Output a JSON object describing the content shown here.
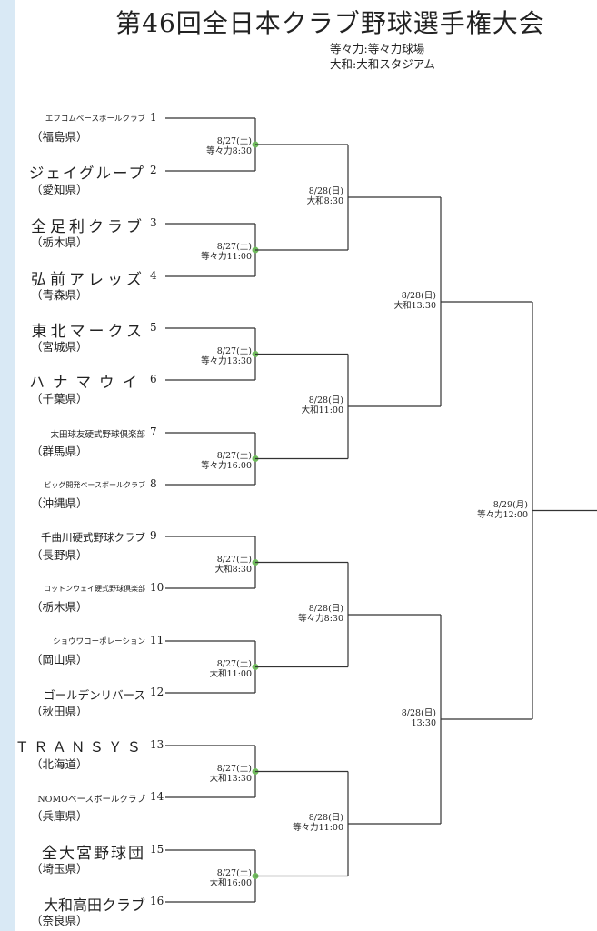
{
  "title": "第46回全日本クラブ野球選手権大会",
  "venues": [
    "等々力:等々力球場",
    "大和:大和スタジアム"
  ],
  "teams": [
    {
      "seed": "1",
      "name": "エフコムベースボールクラブ",
      "pref": "（福島県）"
    },
    {
      "seed": "2",
      "name": "ジェイグループ",
      "pref": "（愛知県）"
    },
    {
      "seed": "3",
      "name": "全足利クラブ",
      "pref": "（栃木県）"
    },
    {
      "seed": "4",
      "name": "弘前アレッズ",
      "pref": "（青森県）"
    },
    {
      "seed": "5",
      "name": "東北マークス",
      "pref": "（宮城県）"
    },
    {
      "seed": "6",
      "name": "ハナマウイ",
      "pref": "（千葉県）"
    },
    {
      "seed": "7",
      "name": "太田球友硬式野球倶楽部",
      "pref": "（群馬県）"
    },
    {
      "seed": "8",
      "name": "ビッグ開発ベースボールクラブ",
      "pref": "（沖縄県）"
    },
    {
      "seed": "9",
      "name": "千曲川硬式野球クラブ",
      "pref": "（長野県）"
    },
    {
      "seed": "10",
      "name": "コットンウェイ硬式野球倶楽部",
      "pref": "（栃木県）"
    },
    {
      "seed": "11",
      "name": "ショウワコーポレーション",
      "pref": "（岡山県）"
    },
    {
      "seed": "12",
      "name": "ゴールデンリバース",
      "pref": "（秋田県）"
    },
    {
      "seed": "13",
      "name": "ＴＲＡＮＳＹＳ",
      "pref": "（北海道）"
    },
    {
      "seed": "14",
      "name": "NOMOベースボールクラブ",
      "pref": "（兵庫県）"
    },
    {
      "seed": "15",
      "name": "全大宮野球団",
      "pref": "（埼玉県）"
    },
    {
      "seed": "16",
      "name": "大和高田クラブ",
      "pref": "（奈良県）"
    }
  ],
  "round1": [
    {
      "date": "8/27(土)",
      "place": "等々力8:30"
    },
    {
      "date": "8/27(土)",
      "place": "等々力11:00"
    },
    {
      "date": "8/27(土)",
      "place": "等々力13:30"
    },
    {
      "date": "8/27(土)",
      "place": "等々力16:00"
    },
    {
      "date": "8/27(土)",
      "place": "大和8:30"
    },
    {
      "date": "8/27(土)",
      "place": "大和11:00"
    },
    {
      "date": "8/27(土)",
      "place": "大和13:30"
    },
    {
      "date": "8/27(土)",
      "place": "大和16:00"
    }
  ],
  "round2": [
    {
      "date": "8/28(日)",
      "place": "大和8:30"
    },
    {
      "date": "8/28(日)",
      "place": "大和11:00"
    },
    {
      "date": "8/28(日)",
      "place": "等々力8:30"
    },
    {
      "date": "8/28(日)",
      "place": "等々力11:00"
    }
  ],
  "semis": [
    {
      "date": "8/28(日)",
      "place": "大和13:30"
    },
    {
      "date": "8/28(日)",
      "place": "13:30"
    }
  ],
  "final": {
    "date": "8/29(月)",
    "place": "等々力12:00"
  },
  "colors": {
    "line": "#333333",
    "dot": "#6fba5c",
    "strip": "#d9e9f5"
  }
}
